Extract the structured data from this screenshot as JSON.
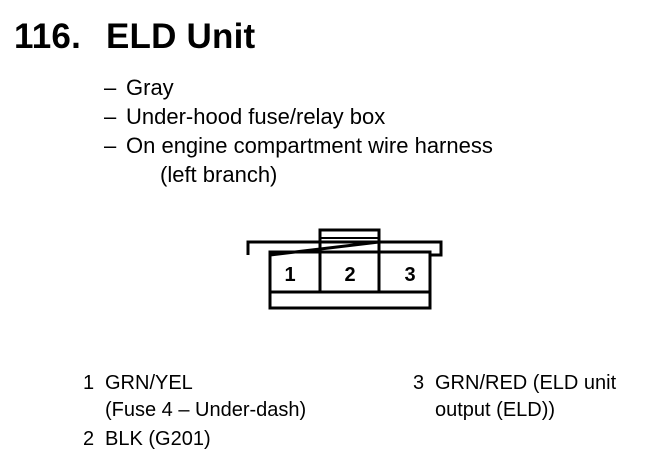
{
  "heading": {
    "number": "116.",
    "title": "ELD Unit"
  },
  "details": [
    "Gray",
    "Under-hood fuse/relay box",
    "On engine compartment wire harness",
    "(left branch)"
  ],
  "details_bullet": "–",
  "connector": {
    "pins": [
      "1",
      "2",
      "3"
    ]
  },
  "pinout": {
    "pin1": {
      "num": "1",
      "line1": "GRN/YEL",
      "line2": "(Fuse 4 – Under-dash)"
    },
    "pin2": {
      "num": "2",
      "line1": "BLK (G201)"
    },
    "pin3": {
      "num": "3",
      "line1": "GRN/RED (ELD unit",
      "line2": "output (ELD))"
    }
  }
}
